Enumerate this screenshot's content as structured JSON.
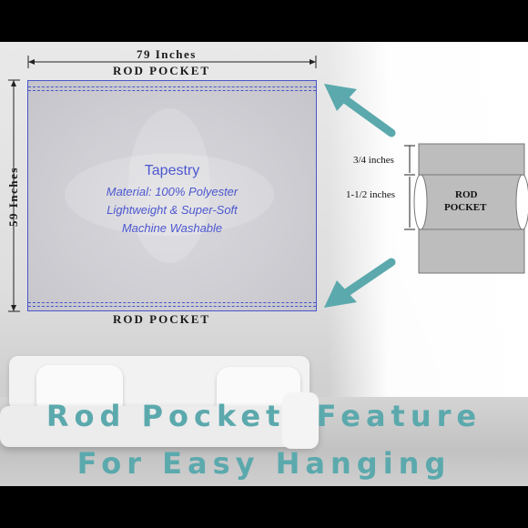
{
  "tapestry": {
    "title": "Tapestry",
    "material": "Material: 100% Polyester",
    "weight": "Lightweight & Super-Soft",
    "care": "Machine Washable"
  },
  "dimensions": {
    "width_label": "79 Inches",
    "height_label": "59 Inches",
    "top_pocket": "ROD POCKET",
    "bottom_pocket": "ROD POCKET"
  },
  "detail": {
    "small_gap": "3/4 inches",
    "pocket_depth": "1-1/2 inches",
    "label_line1": "ROD",
    "label_line2": "POCKET"
  },
  "banner": {
    "line1": "Rod Pocket  Feature",
    "line2": "For Easy Hanging"
  },
  "colors": {
    "accent_teal": "#5ba9ad",
    "outline_blue": "#4a55c9",
    "background": "#000000"
  }
}
